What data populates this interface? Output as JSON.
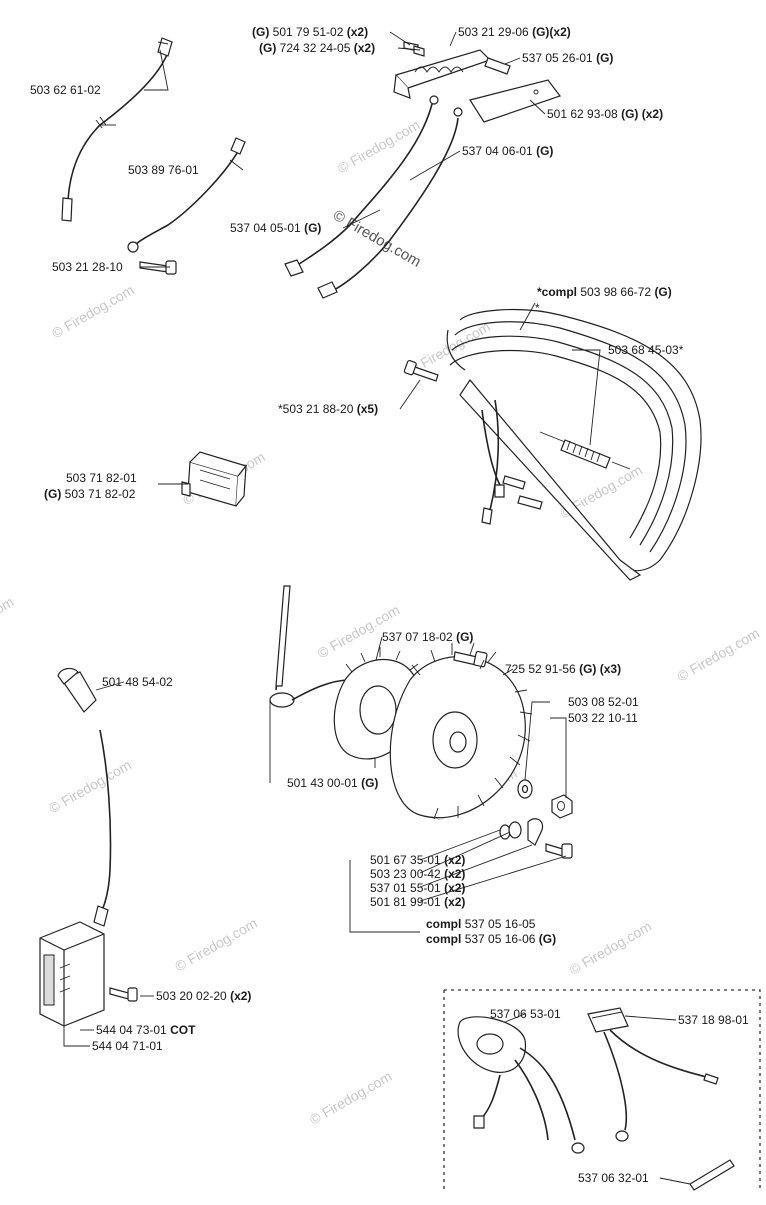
{
  "watermark": {
    "text": "© Firedog.com",
    "center_text": "© Firedog.com"
  },
  "labels": {
    "g_501_79_51_02": {
      "prefix": "(G)",
      "number": "501 79 51-02",
      "suffix": "(x2)"
    },
    "g_724_32_24_05": {
      "prefix": "(G)",
      "number": "724 32 24-05",
      "suffix": "(x2)"
    },
    "p_503_21_29_06": {
      "number": "503 21 29-06",
      "suffix": "(G)(x2)"
    },
    "p_537_05_26_01": {
      "number": "537 05 26-01",
      "suffix": "(G)"
    },
    "p_501_62_93_08": {
      "number": "501 62 93-08",
      "suffix": "(G) (x2)"
    },
    "p_537_04_06_01": {
      "number": "537 04 06-01",
      "suffix": "(G)"
    },
    "p_537_04_05_01": {
      "number": "537 04 05-01",
      "suffix": "(G)"
    },
    "p_503_62_61_02": {
      "number": "503 62 61-02"
    },
    "p_503_89_76_01": {
      "number": "503 89 76-01"
    },
    "p_503_21_28_10": {
      "number": "503 21 28-10"
    },
    "compl_503_98_66_72": {
      "prefix": "*compl",
      "number": "503 98 66-72",
      "suffix": "(G)"
    },
    "star_mark": {
      "text": "*"
    },
    "p_503_68_45_03": {
      "number": "503 68 45-03*"
    },
    "p_503_21_88_20": {
      "number": "*503 21 88-20",
      "suffix": "(x5)"
    },
    "p_503_71_82_01": {
      "number": "503 71 82-01"
    },
    "g_503_71_82_02": {
      "prefix": "(G)",
      "number": "503 71 82-02"
    },
    "p_537_07_18_02": {
      "number": "537 07 18-02",
      "suffix": "(G)"
    },
    "p_725_52_91_56": {
      "number": "725 52 91-56",
      "suffix": "(G) (x3)"
    },
    "p_501_48_54_02": {
      "number": "501 48 54-02"
    },
    "p_503_08_52_01": {
      "number": "503 08 52-01"
    },
    "p_503_22_10_11": {
      "number": "503 22 10-11"
    },
    "p_501_43_00_01": {
      "number": "501 43 00-01",
      "suffix": "(G)"
    },
    "p_501_67_35_01": {
      "number": "501 67 35-01",
      "suffix": "(x2)"
    },
    "p_503_23_00_42": {
      "number": "503 23 00-42",
      "suffix": "(x2)"
    },
    "p_537_01_55_01": {
      "number": "537 01 55-01",
      "suffix": "(x2)"
    },
    "p_501_81_99_01": {
      "number": "501 81 99-01",
      "suffix": "(x2)"
    },
    "compl_537_05_16_05": {
      "prefix": "compl",
      "number": "537 05 16-05"
    },
    "compl_537_05_16_06": {
      "prefix": "compl",
      "number": "537 05 16-06",
      "suffix": "(G)"
    },
    "p_503_20_02_20": {
      "number": "503 20 02-20",
      "suffix": "(x2)"
    },
    "p_544_04_73_01": {
      "number": "544 04 73-01",
      "suffix": "COT"
    },
    "p_544_04_71_01": {
      "number": "544 04 71-01"
    },
    "p_537_06_53_01": {
      "number": "537 06 53-01"
    },
    "p_537_18_98_01": {
      "number": "537 18 98-01"
    },
    "p_537_06_32_01": {
      "number": "537 06 32-01"
    }
  }
}
